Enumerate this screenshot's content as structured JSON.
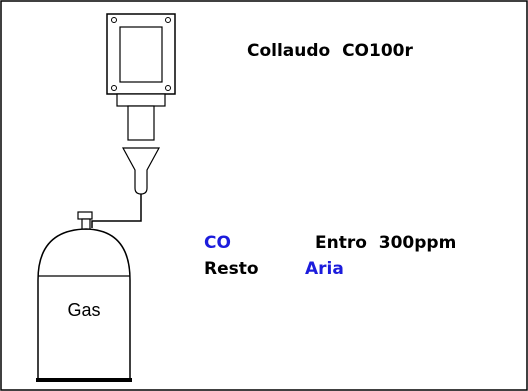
{
  "title": "Collaudo  CO100r",
  "cylinder_label": "Gas",
  "composition": [
    {
      "name": "CO",
      "value": "Entro  300ppm"
    },
    {
      "name": "Resto",
      "value": "Aria"
    }
  ],
  "colors": {
    "accent_blue": "#1c1cdc",
    "text": "#000000",
    "stroke": "#000000"
  }
}
